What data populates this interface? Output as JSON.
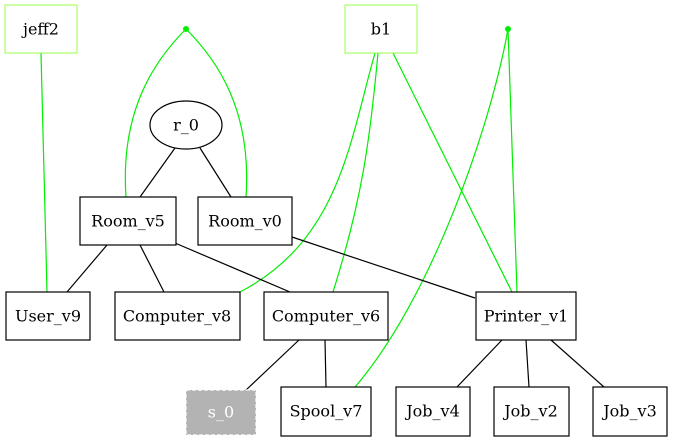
{
  "nodes": {
    "jeff2": "jeff2",
    "b1": "b1",
    "r_0": "r_0",
    "room_v5": "Room_v5",
    "room_v0": "Room_v0",
    "user_v9": "User_v9",
    "computer_v8": "Computer_v8",
    "computer_v6": "Computer_v6",
    "printer_v1": "Printer_v1",
    "s_0": "s_0",
    "spool_v7": "Spool_v7",
    "job_v4": "Job_v4",
    "job_v2": "Job_v2",
    "job_v3": "Job_v3"
  },
  "colors": {
    "black_edge": "#000000",
    "green_edge": "#00ee00",
    "green_border": "#99ff44",
    "green_dot": "#00ee00",
    "grey_fill": "#b3b3b3",
    "grey_text": "#ffffff",
    "node_text": "#000000"
  }
}
